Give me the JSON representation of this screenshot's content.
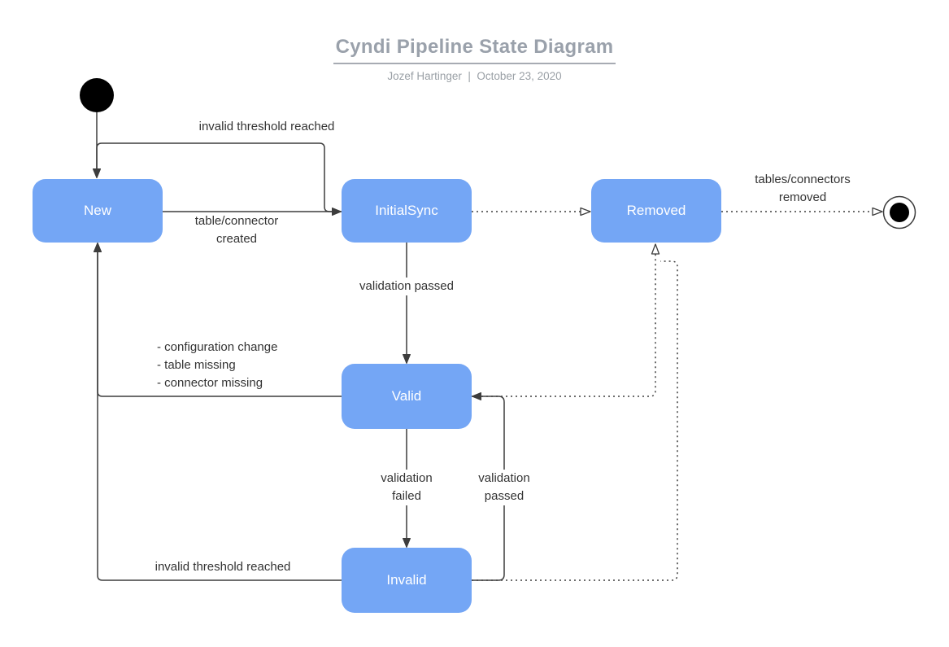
{
  "header": {
    "title": "Cyndi Pipeline State Diagram",
    "subtitle": "Jozef Hartinger  |  October 23, 2020"
  },
  "states": {
    "new": "New",
    "initial_sync": "InitialSync",
    "removed": "Removed",
    "valid": "Valid",
    "invalid": "Invalid"
  },
  "labels": {
    "invalid_threshold_top": "invalid threshold reached",
    "table_connector_created": "table/connector\ncreated",
    "tables_connectors_removed": "tables/connectors\nremoved",
    "validation_passed_initial": "validation passed",
    "valid_to_new_reasons": "- configuration change\n- table missing\n- connector missing",
    "validation_failed": "validation\nfailed",
    "validation_passed_invalid": "validation\npassed",
    "invalid_threshold_bottom": "invalid threshold reached"
  },
  "colors": {
    "state_fill": "#74a6f5",
    "state_text": "#ffffff",
    "line": "#3d3d3d",
    "title_text": "#9aa1ab",
    "subtitle_text": "#9aa0a6",
    "label_text": "#333333"
  }
}
